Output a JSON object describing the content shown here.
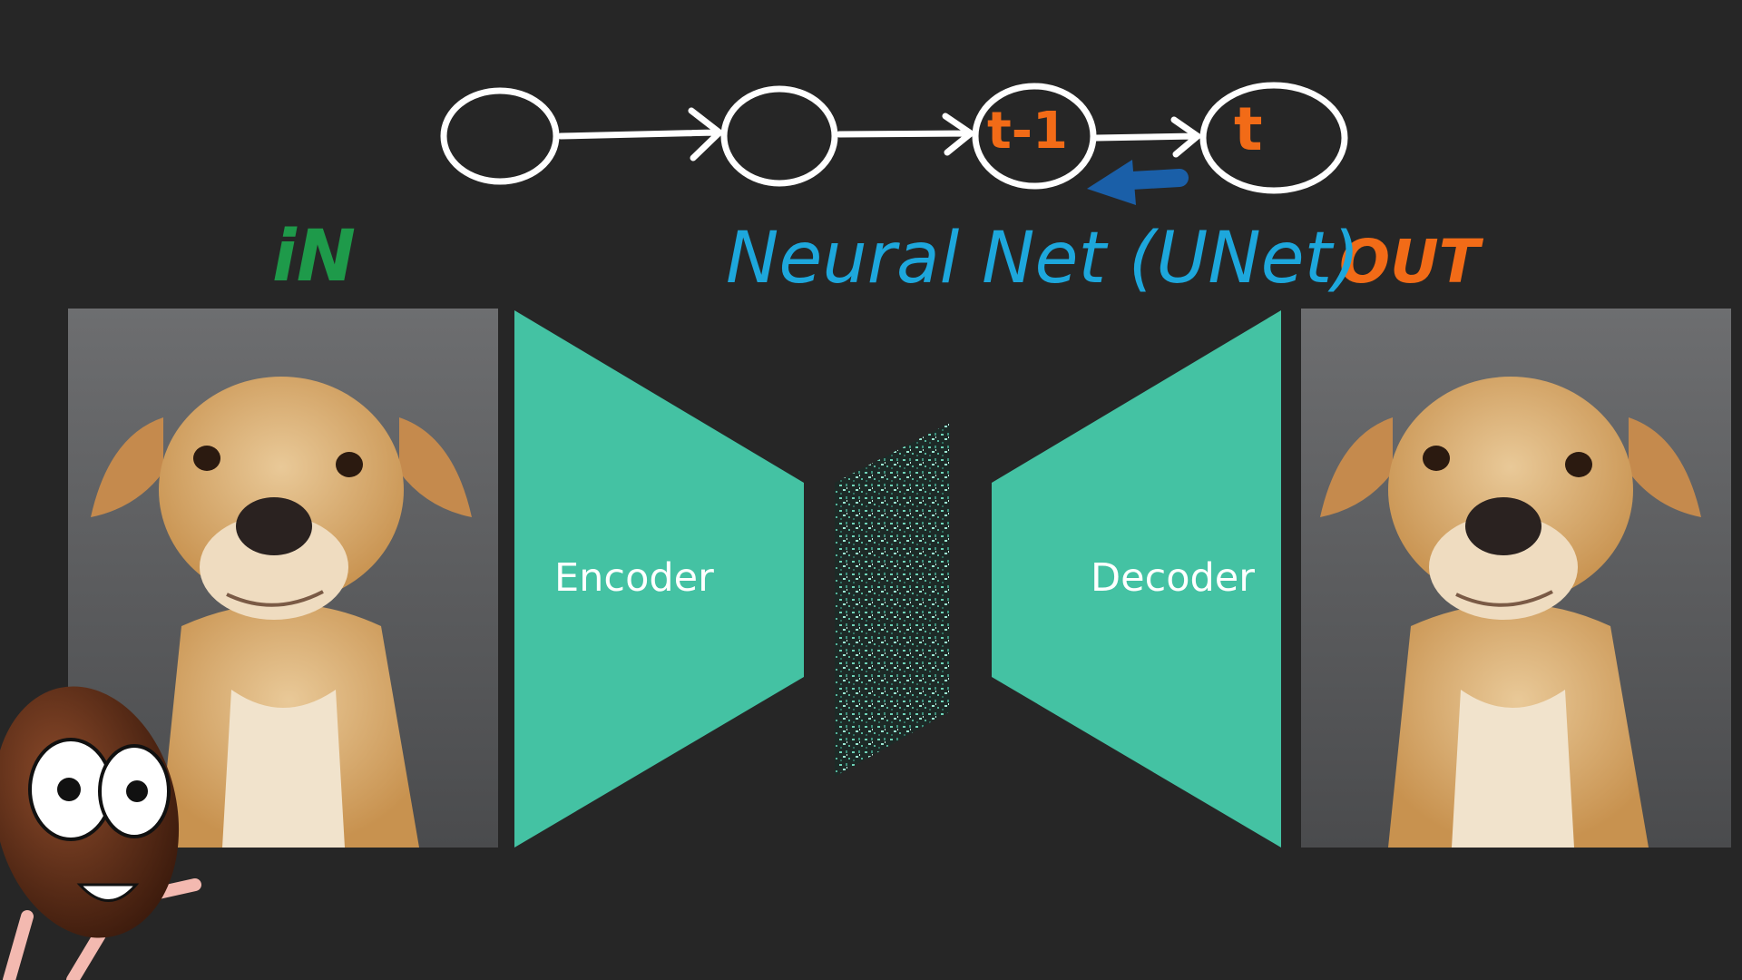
{
  "diagram": {
    "in_label": "iN",
    "out_label": "OUT",
    "network_label": "Neural Net (UNet)",
    "encoder_label": "Encoder",
    "decoder_label": "Decoder",
    "nodes": [
      "",
      "",
      "t-1",
      "t"
    ]
  },
  "colors": {
    "background": "#262626",
    "block": "#44c2a3",
    "in": "#1e9a4a",
    "out": "#f26b17",
    "network": "#1da7dc",
    "reverse_arrow": "#1a5fa8",
    "node_stroke": "#ffffff"
  },
  "icons": {
    "mascot": "coffee-bean-mascot-icon",
    "reverse_arrow": "arrow-left-icon"
  }
}
